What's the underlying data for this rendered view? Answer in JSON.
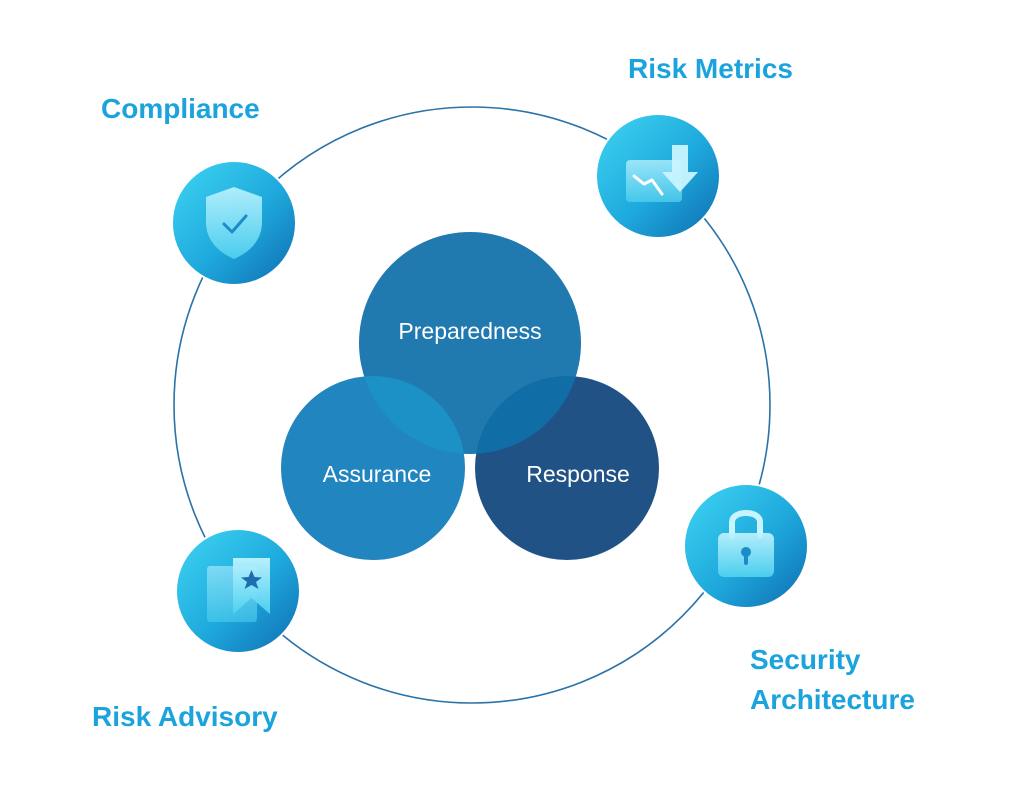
{
  "center": {
    "circles": [
      {
        "id": "preparedness",
        "label": "Preparedness"
      },
      {
        "id": "assurance",
        "label": "Assurance"
      },
      {
        "id": "response",
        "label": "Response"
      }
    ],
    "colors": {
      "preparedness": "#0f6fa9",
      "assurance": "#155f9e",
      "response": "#1a4c82",
      "outer_ring": "#2a72a8"
    }
  },
  "nodes": [
    {
      "id": "compliance",
      "label": "Compliance",
      "icon": "shield-check-icon"
    },
    {
      "id": "risk_metrics",
      "label": "Risk Metrics",
      "icon": "chart-down-arrow-icon"
    },
    {
      "id": "security_architecture",
      "label_lines": [
        "Security",
        "Architecture"
      ],
      "icon": "padlock-icon"
    },
    {
      "id": "risk_advisory",
      "label": "Risk Advisory",
      "icon": "bookmark-star-icon"
    }
  ],
  "colors": {
    "label": "#1aa3dd",
    "icon_gradient_light": "#39d3f2",
    "icon_gradient_dark": "#0f6fb2"
  }
}
